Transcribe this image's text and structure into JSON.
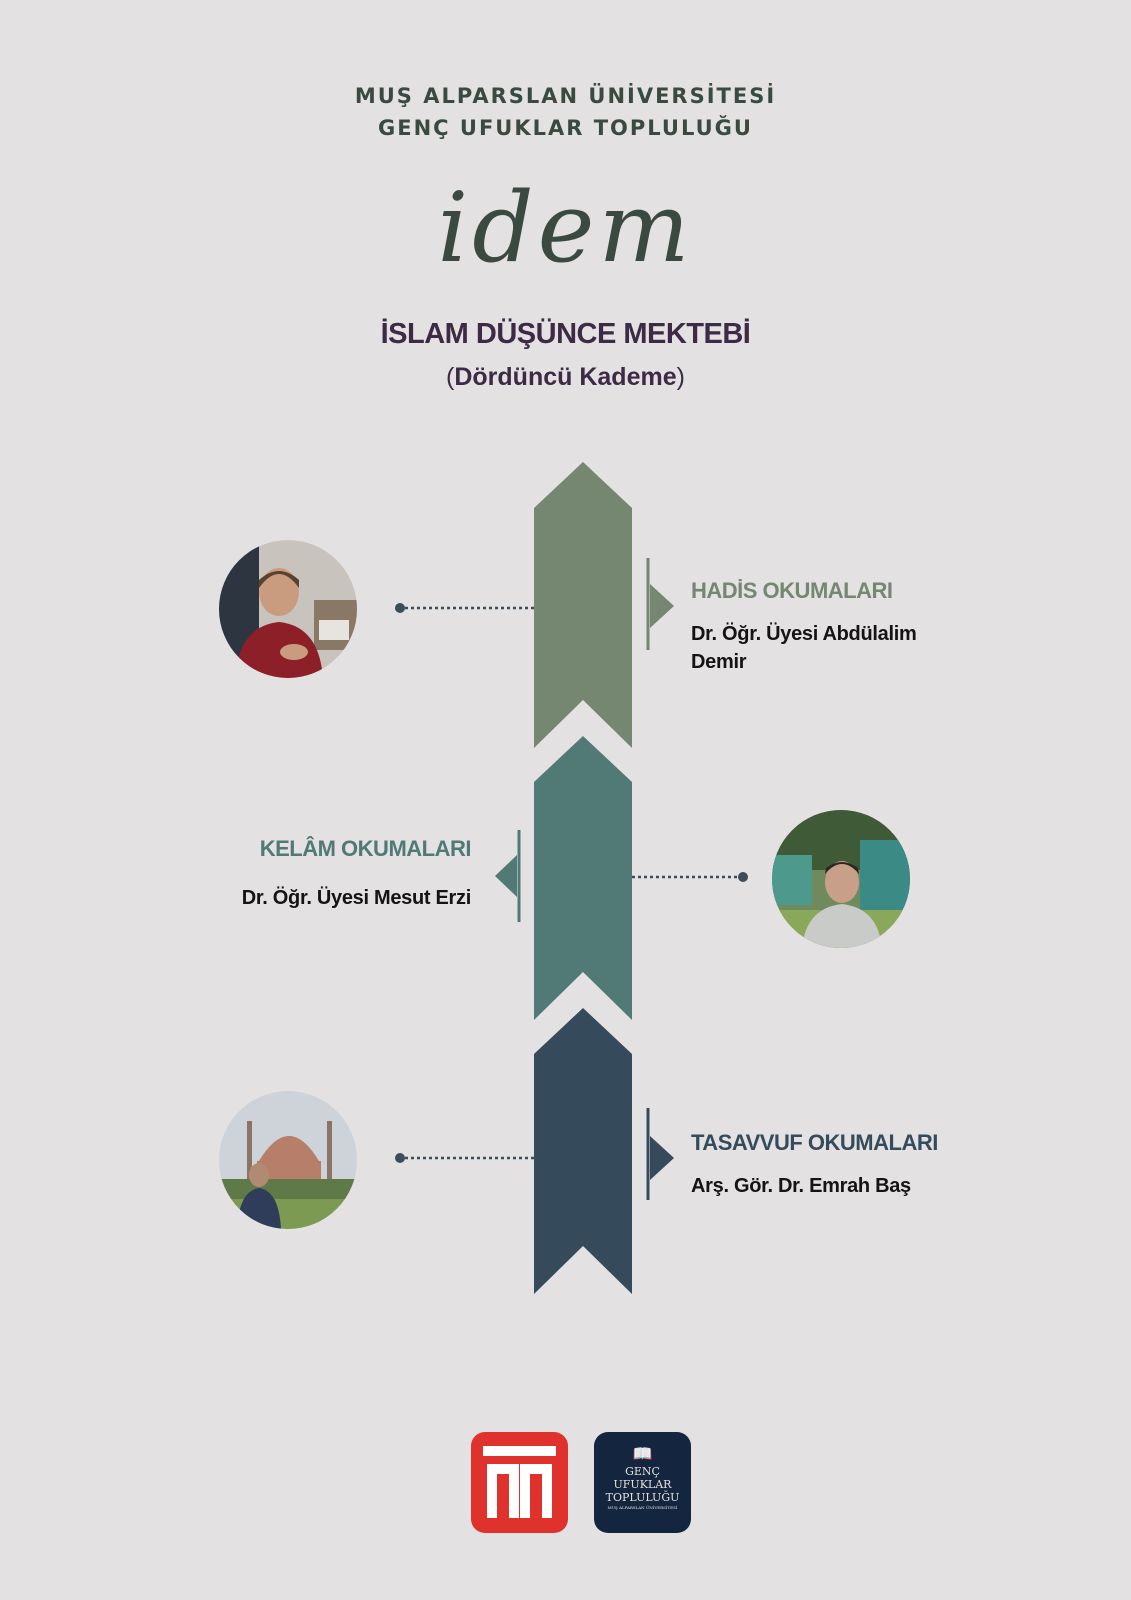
{
  "header": {
    "university": "MUŞ ALPARSLAN ÜNİVERSİTESİ",
    "community": "GENÇ UFUKLAR TOPLULUĞU",
    "brand": "idem",
    "title": "İSLAM DÜŞÜNCE MEKTEBİ",
    "subtitle": "Dördüncü Kademe",
    "paren_open": "(",
    "paren_close": ")"
  },
  "colors": {
    "background": "#e3e1e2",
    "stage1": "#768771",
    "stage2": "#517a76",
    "stage3": "#354b5b",
    "header_text": "#3b4a40",
    "title_text": "#3d2a45"
  },
  "stages": [
    {
      "category": "HADİS OKUMALARI",
      "instructor_line1": "Dr. Öğr. Üyesi Abdülalim",
      "instructor_line2": "Demir",
      "photo_icon": "portrait-photo"
    },
    {
      "category": "KELÂM OKUMALARI",
      "instructor_line1": "Dr. Öğr. Üyesi Mesut Erzi",
      "photo_icon": "portrait-photo"
    },
    {
      "category": "TASAVVUF OKUMALARI",
      "instructor_line1": "Arş. Gör. Dr. Emrah Baş",
      "photo_icon": "portrait-photo"
    }
  ],
  "logos": {
    "university_logo": "mau-logo",
    "community_logo_line1": "GENÇ",
    "community_logo_line2": "UFUKLAR",
    "community_logo_line3": "TOPLULUĞU",
    "community_logo_small": "MUŞ ALPARSLAN ÜNİVERSİTESİ"
  }
}
